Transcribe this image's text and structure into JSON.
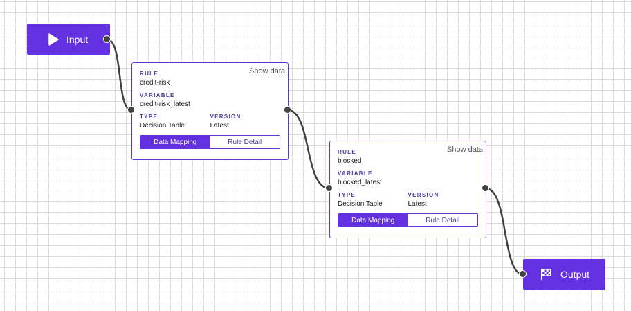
{
  "input_node": {
    "label": "Input",
    "icon": "play-icon"
  },
  "output_node": {
    "label": "Output",
    "icon": "checkered-flag-icon"
  },
  "rule_nodes": [
    {
      "show_data": "Show data",
      "rule_label": "RULE",
      "rule": "credit-risk",
      "variable_label": "VARIABLE",
      "variable": "credit-risk_latest",
      "type_label": "TYPE",
      "type": "Decision Table",
      "version_label": "VERSION",
      "version": "Latest",
      "tabs": [
        "Data Mapping",
        "Rule Detail"
      ]
    },
    {
      "show_data": "Show data",
      "rule_label": "RULE",
      "rule": "blocked",
      "variable_label": "VARIABLE",
      "variable": "blocked_latest",
      "type_label": "TYPE",
      "type": "Decision Table",
      "version_label": "VERSION",
      "version": "Latest",
      "tabs": [
        "Data Mapping",
        "Rule Detail"
      ]
    }
  ],
  "colors": {
    "accent": "#6431e0",
    "port": "#424242",
    "edge": "#3f3f3f",
    "grid": "#dcdcdc"
  }
}
